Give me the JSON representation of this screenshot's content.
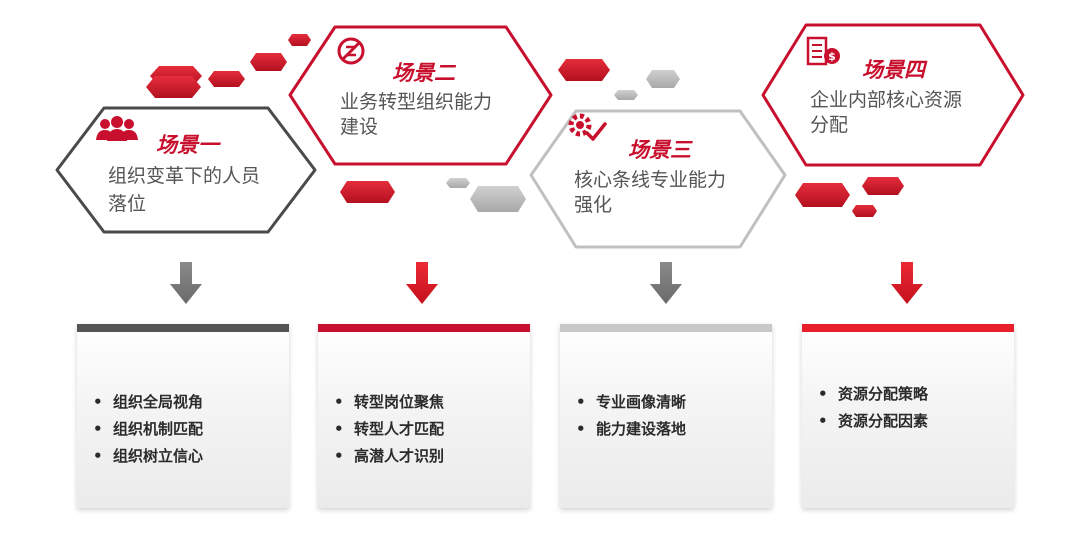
{
  "colors": {
    "red": "#c8102e",
    "red_light": "#e8414f",
    "dark_gray": "#595959",
    "gray": "#8c8c8c",
    "light_gray": "#bfbfbf"
  },
  "scenarios": [
    {
      "title": "场景一",
      "desc_line1": "组织变革下的人员",
      "desc_line2": "落位",
      "icon": "people-group-icon",
      "items": [
        "组织全局视角",
        "组织机制匹配",
        "组织树立信心"
      ]
    },
    {
      "title": "场景二",
      "desc_line1": "业务转型组织能力",
      "desc_line2": "建设",
      "icon": "transform-icon",
      "items": [
        "转型岗位聚焦",
        "转型人才匹配",
        "高潜人才识别"
      ]
    },
    {
      "title": "场景三",
      "desc_line1": "核心条线专业能力",
      "desc_line2": "强化",
      "icon": "gear-check-icon",
      "items": [
        "专业画像清晰",
        "能力建设落地"
      ]
    },
    {
      "title": "场景四",
      "desc_line1": "企业内部核心资源",
      "desc_line2": "分配",
      "icon": "finance-building-icon",
      "items": [
        "资源分配策略",
        "资源分配因素"
      ]
    }
  ],
  "bullet_char": "•"
}
